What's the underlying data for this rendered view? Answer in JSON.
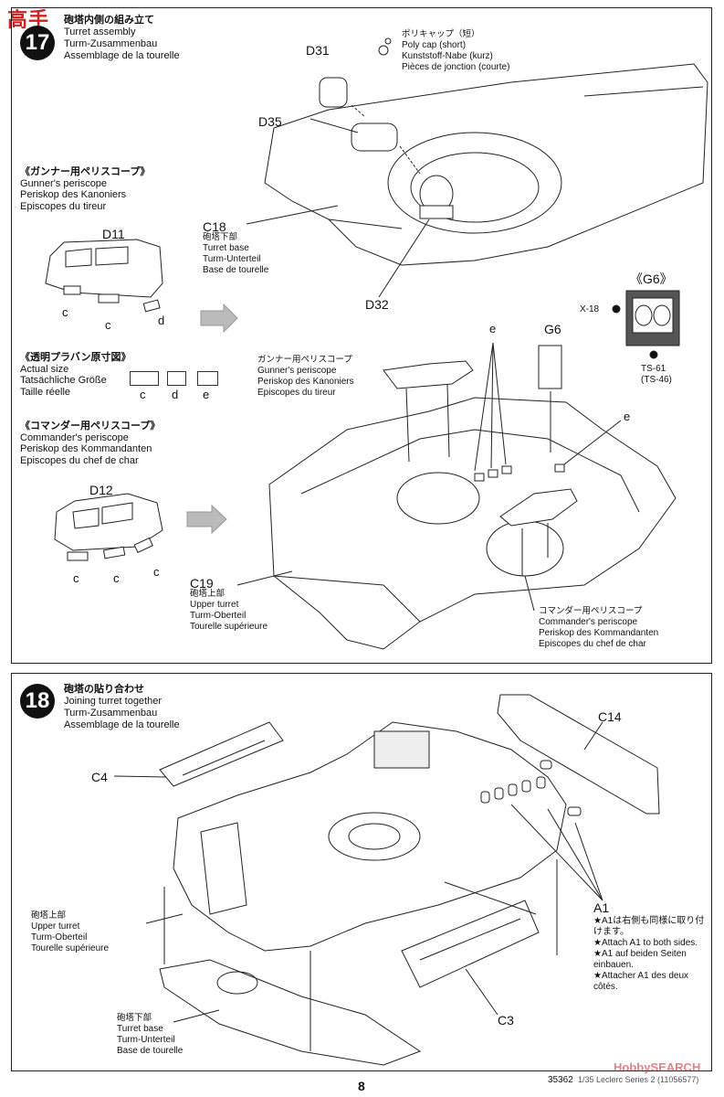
{
  "watermark": "高手",
  "step17": {
    "number": "17",
    "title_jp": "砲塔内側の組み立て",
    "title_en": "Turret assembly",
    "title_de": "Turm-Zusammenbau",
    "title_fr": "Assemblage de la tourelle",
    "polycap_jp": "ポリキャップ（短）",
    "polycap_en": "Poly cap (short)",
    "polycap_de": "Kunststoff-Nabe (kurz)",
    "polycap_fr": "Pièces de jonction (courte)",
    "parts": {
      "d31": "D31",
      "d35": "D35",
      "d32": "D32",
      "d11": "D11",
      "d12": "D12",
      "g6": "G6",
      "g6_box": "《G6》",
      "x18": "X-18",
      "ts61": "TS-61",
      "ts46": "(TS-46)"
    },
    "c18_code": "C18",
    "c18_jp": "砲塔下部",
    "c18_en": "Turret base",
    "c18_de": "Turm-Unterteil",
    "c18_fr": "Base de tourelle",
    "c19_code": "C19",
    "c19_jp": "砲塔上部",
    "c19_en": "Upper turret",
    "c19_de": "Turm-Oberteil",
    "c19_fr": "Tourelle supérieure",
    "gunner_jp": "《ガンナー用ペリスコープ》",
    "gunner_en": "Gunner's periscope",
    "gunner_de": "Periskop des Kanoniers",
    "gunner_fr": "Episcopes du tireur",
    "gunner2_jp": "ガンナー用ペリスコープ",
    "actual_jp": "《透明プラバン原寸図》",
    "actual_en": "Actual size",
    "actual_de": "Tatsächliche Größe",
    "actual_fr": "Taille réelle",
    "commander_jp": "《コマンダー用ペリスコープ》",
    "commander_en": "Commander's periscope",
    "commander_de": "Periskop des Kommandanten",
    "commander_fr": "Episcopes du chef de char",
    "commander2_jp": "コマンダー用ペリスコープ",
    "letter_c": "c",
    "letter_d": "d",
    "letter_e": "e"
  },
  "step18": {
    "number": "18",
    "title_jp": "砲塔の貼り合わせ",
    "title_en": "Joining turret together",
    "title_de": "Turm-Zusammenbau",
    "title_fr": "Assemblage de la tourelle",
    "c4": "C4",
    "c14": "C14",
    "c3": "C3",
    "a1": "A1",
    "a1_note_jp": "★A1は右側も同様に取り付けます。",
    "a1_note_en": "★Attach A1 to both sides.",
    "a1_note_de": "★A1 auf beiden Seiten einbauen.",
    "a1_note_fr": "★Attacher A1 des deux côtés.",
    "upper_jp": "砲塔上部",
    "upper_en": "Upper turret",
    "upper_de": "Turm-Oberteil",
    "upper_fr": "Tourelle supérieure",
    "base_jp": "砲塔下部",
    "base_en": "Turret base",
    "base_de": "Turm-Unterteil",
    "base_fr": "Base de tourelle"
  },
  "footer": {
    "page": "8",
    "code": "35362",
    "product": "1/35 Leclerc Series 2 (11056577)",
    "site": "HobbySEARCH"
  }
}
